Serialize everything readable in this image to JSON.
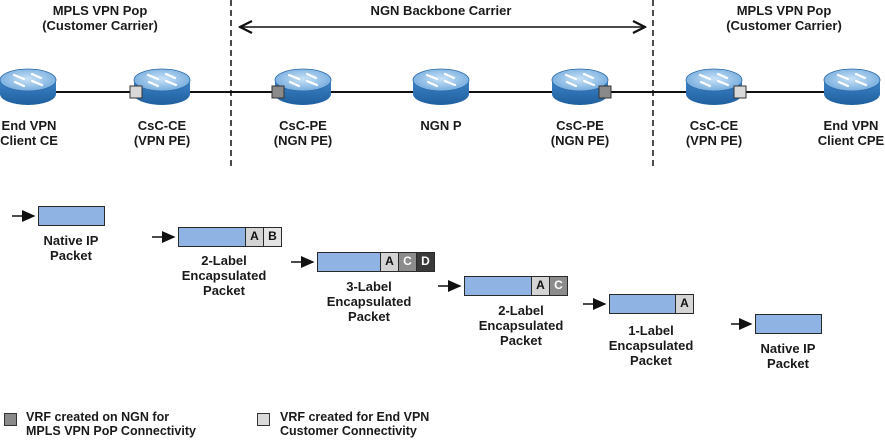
{
  "regions": {
    "left": [
      "MPLS VPN Pop",
      "(Customer Carrier)"
    ],
    "center": "NGN Backbone Carrier",
    "right": [
      "MPLS VPN Pop",
      "(Customer Carrier)"
    ]
  },
  "devices": [
    {
      "name": [
        "End VPN",
        "Client CE"
      ]
    },
    {
      "name": [
        "CsC-CE",
        "(VPN PE)"
      ]
    },
    {
      "name": [
        "CsC-PE",
        "(NGN PE)"
      ]
    },
    {
      "name": [
        "NGN P"
      ]
    },
    {
      "name": [
        "CsC-PE",
        "(NGN PE)"
      ]
    },
    {
      "name": [
        "CsC-CE",
        "(VPN PE)"
      ]
    },
    {
      "name": [
        "End VPN",
        "Client CPE"
      ]
    }
  ],
  "packets": [
    {
      "caption": [
        "Native IP",
        "Packet"
      ],
      "labels": []
    },
    {
      "caption": [
        "2-Label",
        "Encapsulated",
        "Packet"
      ],
      "labels": [
        "A",
        "B"
      ]
    },
    {
      "caption": [
        "3-Label",
        "Encapsulated",
        "Packet"
      ],
      "labels": [
        "A",
        "C",
        "D"
      ]
    },
    {
      "caption": [
        "2-Label",
        "Encapsulated",
        "Packet"
      ],
      "labels": [
        "A",
        "C"
      ]
    },
    {
      "caption": [
        "1-Label",
        "Encapsulated",
        "Packet"
      ],
      "labels": [
        "A"
      ]
    },
    {
      "caption": [
        "Native IP",
        "Packet"
      ],
      "labels": []
    }
  ],
  "legend": [
    {
      "text": [
        "VRF created  on NGN for",
        "MPLS VPN PoP Connectivity"
      ],
      "color": "#8a8a8a"
    },
    {
      "text": [
        "VRF created  for End VPN",
        "Customer Connectivity"
      ],
      "color": "#d9d9d9"
    }
  ],
  "colors": {
    "router_body": "#4a8fcf",
    "router_top": "#9dc6ec",
    "packet_fill": "#8fb4e3",
    "vrf_ngn": "#8a8a8a",
    "vrf_customer": "#d9d9d9"
  }
}
